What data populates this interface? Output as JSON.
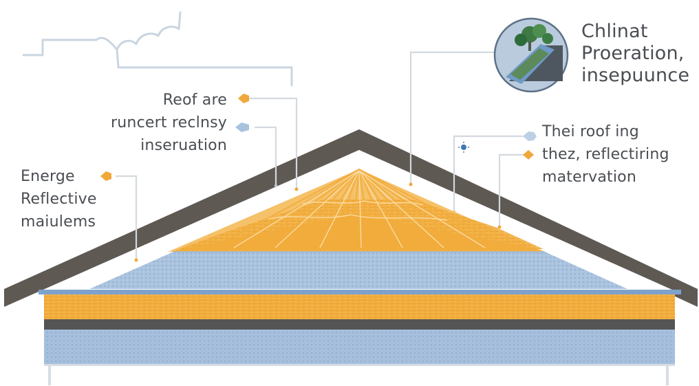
{
  "labels": {
    "roof_insulation": {
      "line1": "Reof are",
      "line2": "runcert reclnsy",
      "line3": "inseruation"
    },
    "energy_reflective": {
      "line1": "Energe",
      "line2": "Reflective",
      "line3": "maiulems"
    },
    "roofing_reflect": {
      "line1": "Thei roof ing",
      "line2": "thez, reflectiring",
      "line3": "matervation"
    },
    "climate_protection": {
      "line1": "Chlinat",
      "line2": "Proeration,",
      "line3": "insepuunce"
    }
  },
  "colors": {
    "roof_outline": "#5f5954",
    "orange_layer": "#f1ac3c",
    "blue_layer": "#a9c2df",
    "dark_band": "#555555",
    "leader_line": "#d4d9df",
    "marker_orange": "#f0a838",
    "marker_blue": "#a8c2de",
    "text": "#4a4d52"
  },
  "icons": [
    "sun-marker-icon",
    "plant-roof-badge-icon",
    "cloud-outline-icon"
  ]
}
